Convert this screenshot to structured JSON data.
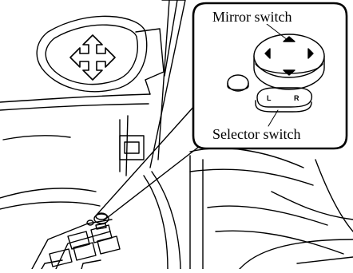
{
  "callouts": {
    "mirror_switch": "Mirror switch",
    "selector_switch": "Selector switch"
  },
  "selector_keys": {
    "left": "L",
    "right": "R"
  },
  "colors": {
    "line": "#000000",
    "background": "#ffffff"
  }
}
